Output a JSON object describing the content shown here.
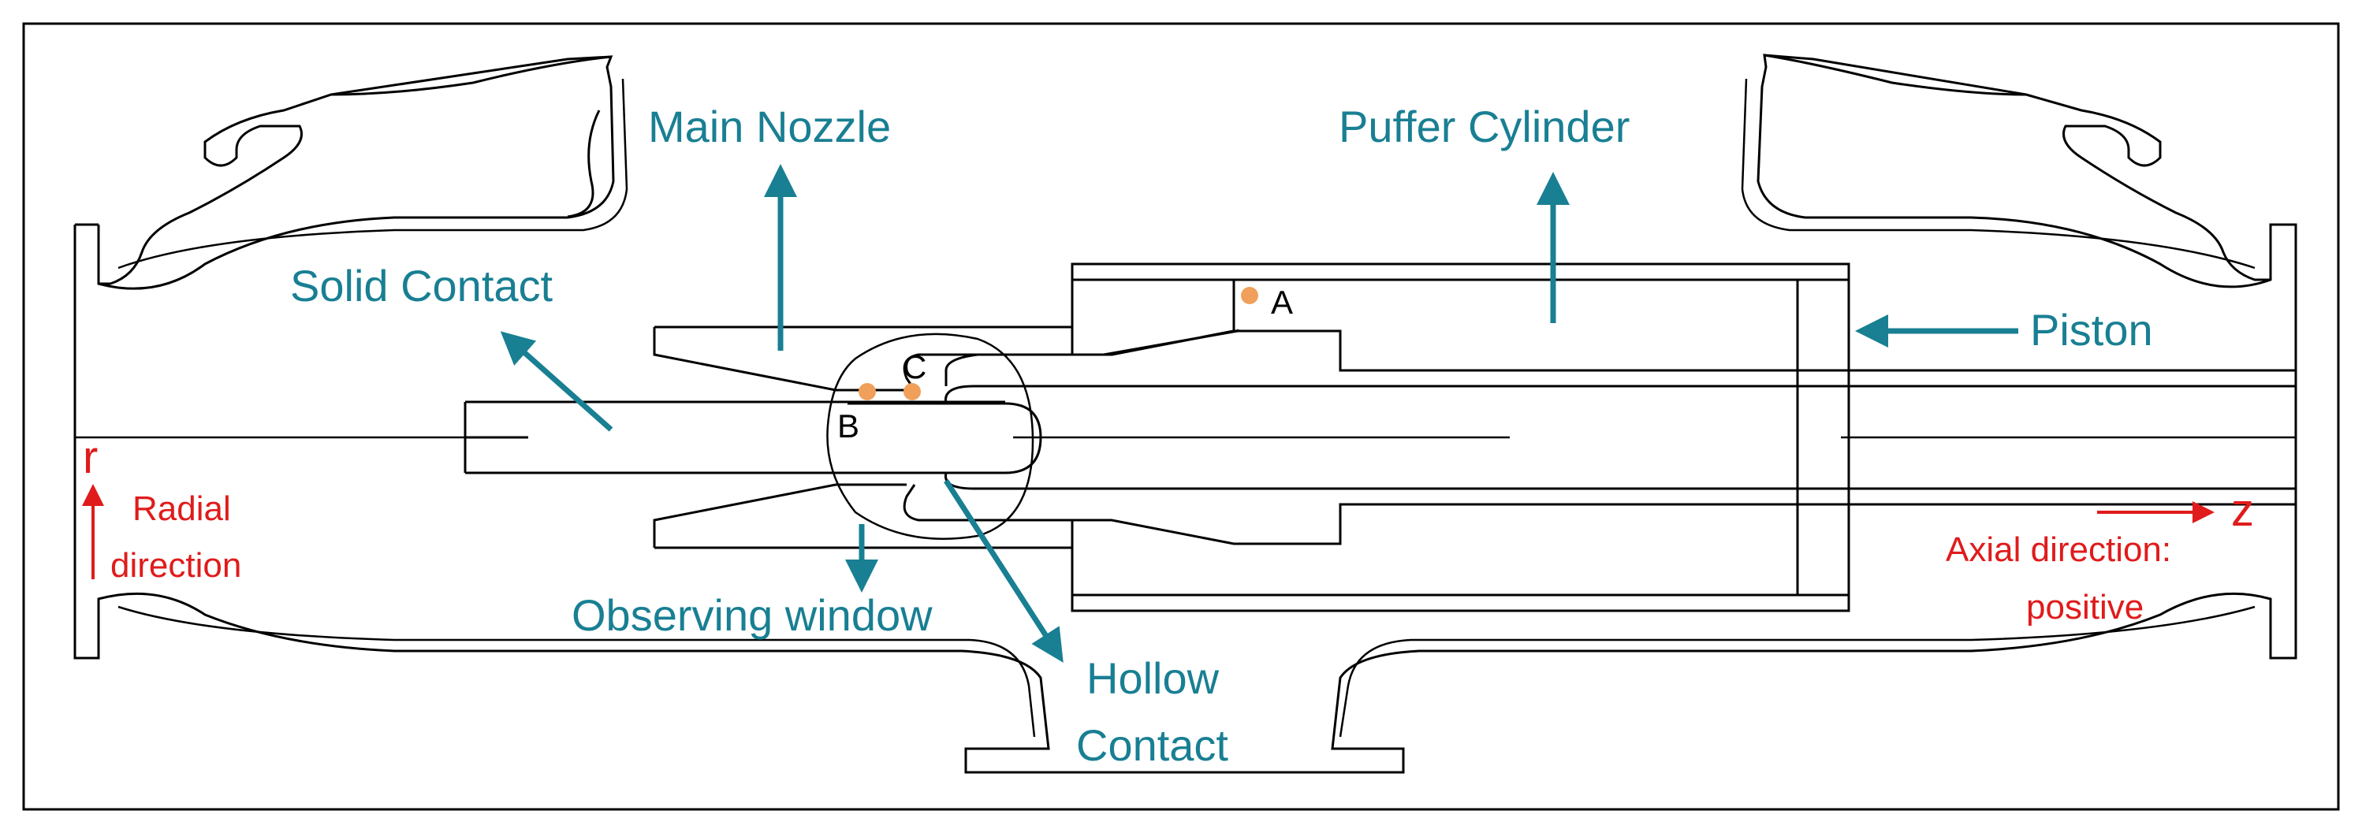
{
  "labels": {
    "main_nozzle": "Main Nozzle",
    "puffer_cylinder": "Puffer Cylinder",
    "solid_contact": "Solid Contact",
    "piston": "Piston",
    "observing_window": "Observing window",
    "hollow_contact_line1": "Hollow",
    "hollow_contact_line2": "Contact",
    "radial_line1": "Radial",
    "radial_line2": "direction",
    "axial_line1": "Axial direction:",
    "axial_line2": "positive",
    "r_symbol": "r",
    "z_symbol": "z"
  },
  "points": {
    "a": "A",
    "b": "B",
    "c": "C"
  },
  "colors": {
    "label_teal": "#197f93",
    "direction_red": "#e01b1b",
    "point_orange": "#f0a05a"
  }
}
